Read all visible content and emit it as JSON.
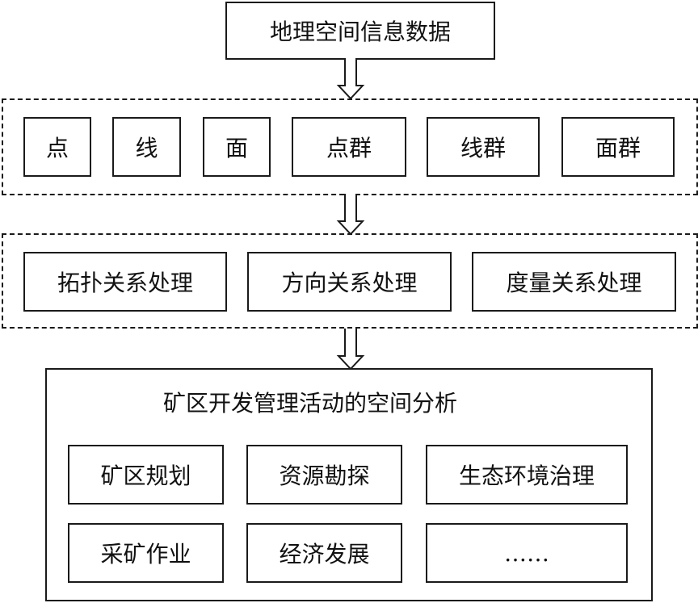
{
  "source": {
    "label": "地理空间信息数据"
  },
  "geometry_types": {
    "items": [
      {
        "label": "点"
      },
      {
        "label": "线"
      },
      {
        "label": "面"
      },
      {
        "label": "点群"
      },
      {
        "label": "线群"
      },
      {
        "label": "面群"
      }
    ]
  },
  "relations": {
    "items": [
      {
        "label": "拓扑关系处理"
      },
      {
        "label": "方向关系处理"
      },
      {
        "label": "度量关系处理"
      }
    ]
  },
  "analysis": {
    "title": "矿区开发管理活动的空间分析",
    "items": [
      {
        "label": "矿区规划"
      },
      {
        "label": "资源勘探"
      },
      {
        "label": "生态环境治理"
      },
      {
        "label": "采矿作业"
      },
      {
        "label": "经济发展"
      },
      {
        "label": "……"
      }
    ]
  }
}
